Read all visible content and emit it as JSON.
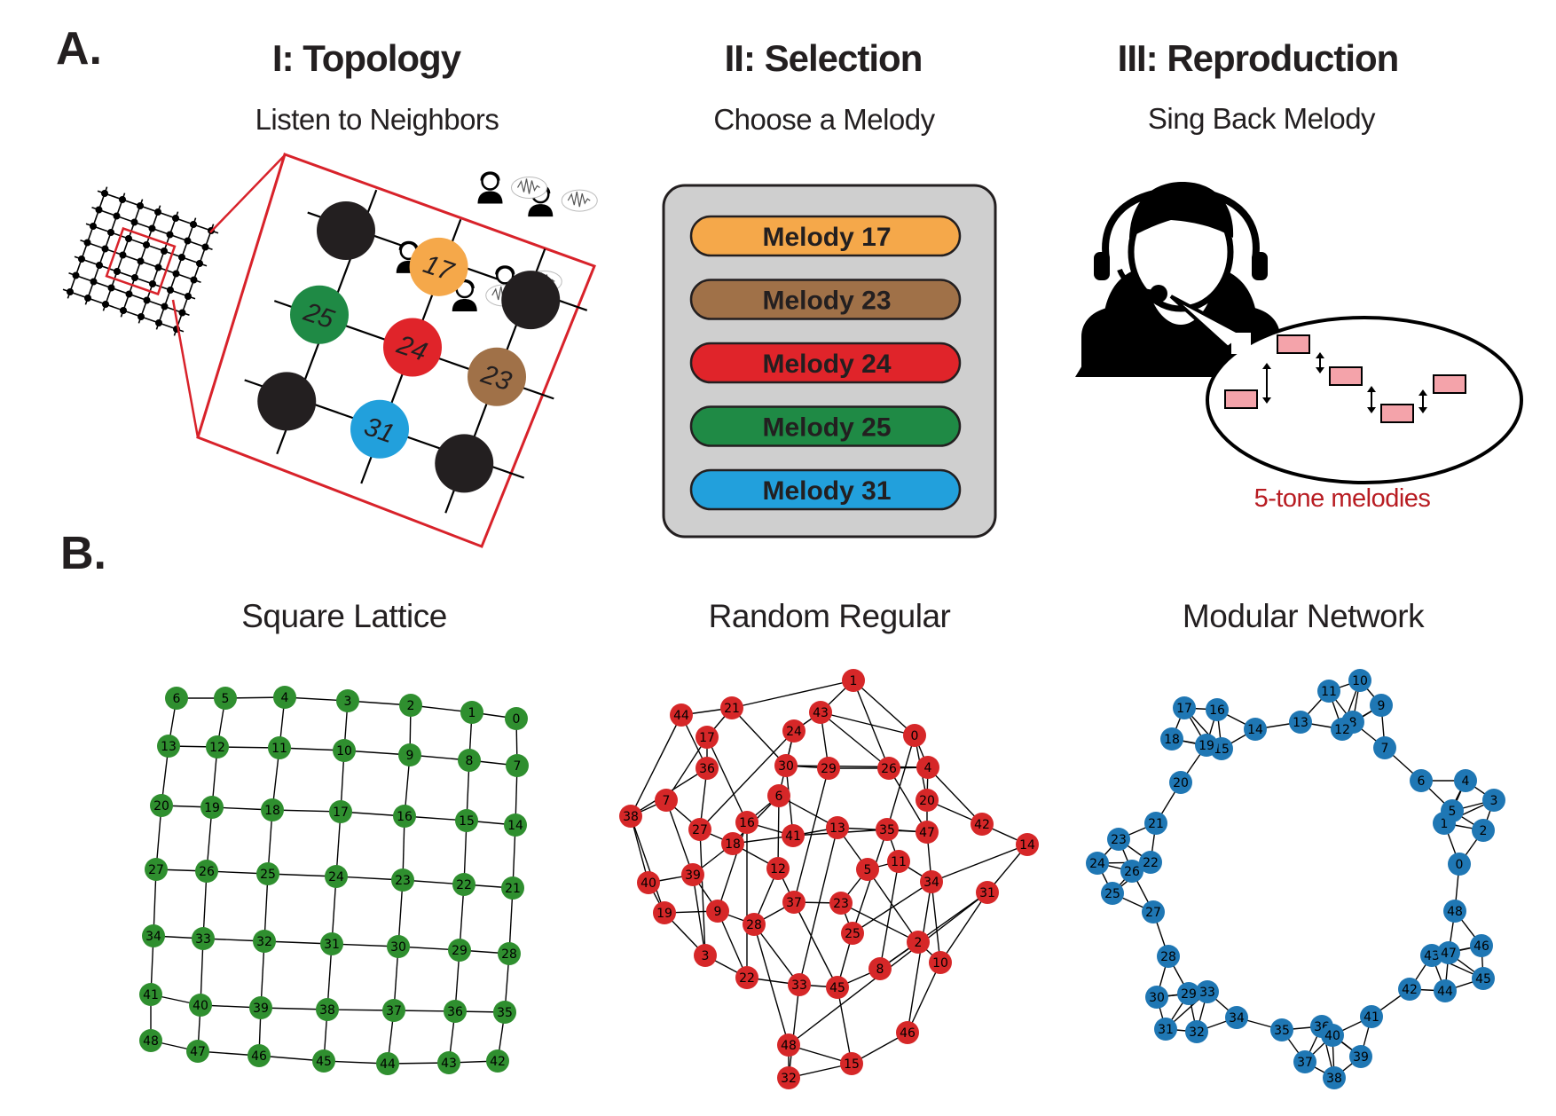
{
  "panel_a": {
    "letter": "A.",
    "topology": {
      "title": "I: Topology",
      "subtitle": "Listen to Neighbors"
    },
    "selection": {
      "title": "II: Selection",
      "subtitle": "Choose a Melody"
    },
    "reproduction": {
      "title": "III: Reproduction",
      "subtitle": "Sing Back Melody",
      "caption": "5-tone melodies"
    },
    "neighbor_labels": [
      "17",
      "25",
      "24",
      "23",
      "31"
    ],
    "colors": {
      "orange": "#f5a84a",
      "green": "#1f8a45",
      "red": "#e0242a",
      "brown": "#a07148",
      "blue": "#22a0dc",
      "frame": "#d8222a",
      "panel_grey": "#cfcfcf",
      "note_pink": "#f4a3aa"
    },
    "melodies": [
      {
        "label": "Melody 17",
        "color": "#f5a84a"
      },
      {
        "label": "Melody 23",
        "color": "#a07148"
      },
      {
        "label": "Melody 24",
        "color": "#e0242a"
      },
      {
        "label": "Melody 25",
        "color": "#1f8a45"
      },
      {
        "label": "Melody 31",
        "color": "#22a0dc"
      }
    ]
  },
  "panel_b": {
    "letter": "B.",
    "networks": [
      {
        "title": "Square Lattice",
        "color": "#2f8f2f",
        "node_labels": [
          "0",
          "1",
          "2",
          "3",
          "4",
          "5",
          "6",
          "7",
          "8",
          "9",
          "10",
          "11",
          "12",
          "13",
          "14",
          "15",
          "16",
          "17",
          "18",
          "19",
          "20",
          "21",
          "22",
          "23",
          "24",
          "25",
          "26",
          "27",
          "28",
          "29",
          "30",
          "31",
          "32",
          "33",
          "34",
          "35",
          "36",
          "37",
          "38",
          "39",
          "40",
          "41",
          "42",
          "43",
          "44",
          "45",
          "46",
          "47",
          "48"
        ],
        "edges": [
          [
            0,
            1
          ],
          [
            1,
            2
          ],
          [
            2,
            3
          ],
          [
            3,
            4
          ],
          [
            4,
            5
          ],
          [
            5,
            6
          ],
          [
            7,
            8
          ],
          [
            8,
            9
          ],
          [
            9,
            10
          ],
          [
            10,
            11
          ],
          [
            11,
            12
          ],
          [
            12,
            13
          ],
          [
            14,
            15
          ],
          [
            15,
            16
          ],
          [
            16,
            17
          ],
          [
            17,
            18
          ],
          [
            18,
            19
          ],
          [
            19,
            20
          ],
          [
            21,
            22
          ],
          [
            22,
            23
          ],
          [
            23,
            24
          ],
          [
            24,
            25
          ],
          [
            25,
            26
          ],
          [
            26,
            27
          ],
          [
            28,
            29
          ],
          [
            29,
            30
          ],
          [
            30,
            31
          ],
          [
            31,
            32
          ],
          [
            32,
            33
          ],
          [
            33,
            34
          ],
          [
            35,
            36
          ],
          [
            36,
            37
          ],
          [
            37,
            38
          ],
          [
            38,
            39
          ],
          [
            39,
            40
          ],
          [
            40,
            41
          ],
          [
            42,
            43
          ],
          [
            43,
            44
          ],
          [
            44,
            45
          ],
          [
            45,
            46
          ],
          [
            46,
            47
          ],
          [
            47,
            48
          ],
          [
            0,
            7
          ],
          [
            7,
            14
          ],
          [
            14,
            21
          ],
          [
            21,
            28
          ],
          [
            28,
            35
          ],
          [
            35,
            42
          ],
          [
            1,
            8
          ],
          [
            8,
            15
          ],
          [
            15,
            22
          ],
          [
            22,
            29
          ],
          [
            29,
            36
          ],
          [
            36,
            43
          ],
          [
            2,
            9
          ],
          [
            9,
            16
          ],
          [
            16,
            23
          ],
          [
            23,
            30
          ],
          [
            30,
            37
          ],
          [
            37,
            44
          ],
          [
            3,
            10
          ],
          [
            10,
            17
          ],
          [
            17,
            24
          ],
          [
            24,
            31
          ],
          [
            31,
            38
          ],
          [
            38,
            45
          ],
          [
            4,
            11
          ],
          [
            11,
            18
          ],
          [
            18,
            25
          ],
          [
            25,
            32
          ],
          [
            32,
            39
          ],
          [
            39,
            46
          ],
          [
            5,
            12
          ],
          [
            12,
            19
          ],
          [
            19,
            26
          ],
          [
            26,
            33
          ],
          [
            33,
            40
          ],
          [
            40,
            47
          ],
          [
            6,
            13
          ],
          [
            13,
            20
          ],
          [
            20,
            27
          ],
          [
            27,
            34
          ],
          [
            34,
            41
          ],
          [
            41,
            48
          ]
        ]
      },
      {
        "title": "Random Regular",
        "color": "#d62728",
        "node_labels": [
          "0",
          "1",
          "2",
          "3",
          "4",
          "5",
          "6",
          "7",
          "8",
          "9",
          "10",
          "11",
          "12",
          "13",
          "14",
          "15",
          "16",
          "17",
          "18",
          "19",
          "20",
          "21",
          "22",
          "23",
          "24",
          "25",
          "26",
          "27",
          "28",
          "29",
          "30",
          "31",
          "32",
          "33",
          "34",
          "35",
          "36",
          "37",
          "38",
          "39",
          "40",
          "41",
          "42",
          "43",
          "44",
          "45",
          "46",
          "47",
          "48"
        ],
        "edges": [
          [
            1,
            43
          ],
          [
            1,
            21
          ],
          [
            1,
            0
          ],
          [
            1,
            26
          ],
          [
            44,
            21
          ],
          [
            44,
            36
          ],
          [
            44,
            38
          ],
          [
            21,
            17
          ],
          [
            21,
            30
          ],
          [
            43,
            24
          ],
          [
            43,
            29
          ],
          [
            43,
            0
          ],
          [
            43,
            26
          ],
          [
            17,
            36
          ],
          [
            17,
            7
          ],
          [
            17,
            16
          ],
          [
            24,
            30
          ],
          [
            24,
            6
          ],
          [
            24,
            27
          ],
          [
            0,
            4
          ],
          [
            0,
            20
          ],
          [
            0,
            35
          ],
          [
            36,
            27
          ],
          [
            36,
            38
          ],
          [
            30,
            29
          ],
          [
            30,
            4
          ],
          [
            30,
            41
          ],
          [
            29,
            26
          ],
          [
            29,
            37
          ],
          [
            26,
            4
          ],
          [
            26,
            47
          ],
          [
            4,
            20
          ],
          [
            4,
            42
          ],
          [
            7,
            38
          ],
          [
            7,
            39
          ],
          [
            7,
            27
          ],
          [
            6,
            16
          ],
          [
            6,
            13
          ],
          [
            6,
            12
          ],
          [
            6,
            18
          ],
          [
            38,
            40
          ],
          [
            38,
            19
          ],
          [
            27,
            18
          ],
          [
            27,
            3
          ],
          [
            16,
            41
          ],
          [
            16,
            9
          ],
          [
            16,
            22
          ],
          [
            41,
            13
          ],
          [
            41,
            35
          ],
          [
            41,
            18
          ],
          [
            13,
            47
          ],
          [
            13,
            5
          ],
          [
            13,
            33
          ],
          [
            35,
            47
          ],
          [
            35,
            11
          ],
          [
            35,
            25
          ],
          [
            47,
            20
          ],
          [
            47,
            34
          ],
          [
            20,
            42
          ],
          [
            42,
            14
          ],
          [
            14,
            31
          ],
          [
            14,
            34
          ],
          [
            18,
            39
          ],
          [
            18,
            12
          ],
          [
            12,
            28
          ],
          [
            12,
            37
          ],
          [
            5,
            11
          ],
          [
            5,
            23
          ],
          [
            5,
            2
          ],
          [
            11,
            34
          ],
          [
            11,
            8
          ],
          [
            39,
            40
          ],
          [
            39,
            9
          ],
          [
            39,
            3
          ],
          [
            40,
            19
          ],
          [
            19,
            9
          ],
          [
            19,
            3
          ],
          [
            9,
            28
          ],
          [
            9,
            22
          ],
          [
            28,
            37
          ],
          [
            28,
            33
          ],
          [
            28,
            48
          ],
          [
            37,
            23
          ],
          [
            37,
            45
          ],
          [
            23,
            25
          ],
          [
            23,
            2
          ],
          [
            25,
            45
          ],
          [
            25,
            34
          ],
          [
            34,
            10
          ],
          [
            31,
            10
          ],
          [
            31,
            8
          ],
          [
            3,
            22
          ],
          [
            22,
            33
          ],
          [
            33,
            45
          ],
          [
            33,
            32
          ],
          [
            45,
            8
          ],
          [
            45,
            15
          ],
          [
            8,
            2
          ],
          [
            2,
            10
          ],
          [
            10,
            46
          ],
          [
            46,
            15
          ],
          [
            48,
            32
          ],
          [
            48,
            15
          ],
          [
            32,
            15
          ],
          [
            48,
            31
          ],
          [
            46,
            34
          ]
        ]
      },
      {
        "title": "Modular Network",
        "color": "#1f77b4",
        "node_labels": [
          "0",
          "1",
          "2",
          "3",
          "4",
          "5",
          "6",
          "7",
          "8",
          "9",
          "10",
          "11",
          "12",
          "13",
          "14",
          "15",
          "16",
          "17",
          "18",
          "19",
          "20",
          "21",
          "22",
          "23",
          "24",
          "25",
          "26",
          "27",
          "28",
          "29",
          "30",
          "31",
          "32",
          "33",
          "34",
          "35",
          "36",
          "37",
          "38",
          "39",
          "40",
          "41",
          "42",
          "43",
          "44",
          "45",
          "46",
          "47",
          "48"
        ],
        "edges": [
          [
            0,
            1
          ],
          [
            0,
            2
          ],
          [
            0,
            48
          ],
          [
            1,
            2
          ],
          [
            1,
            3
          ],
          [
            1,
            4
          ],
          [
            1,
            5
          ],
          [
            2,
            3
          ],
          [
            2,
            5
          ],
          [
            3,
            4
          ],
          [
            3,
            5
          ],
          [
            4,
            5
          ],
          [
            4,
            6
          ],
          [
            5,
            6
          ],
          [
            6,
            7
          ],
          [
            7,
            8
          ],
          [
            7,
            9
          ],
          [
            8,
            9
          ],
          [
            8,
            10
          ],
          [
            8,
            11
          ],
          [
            8,
            12
          ],
          [
            9,
            10
          ],
          [
            9,
            12
          ],
          [
            10,
            11
          ],
          [
            10,
            12
          ],
          [
            11,
            12
          ],
          [
            11,
            13
          ],
          [
            12,
            13
          ],
          [
            13,
            14
          ],
          [
            14,
            15
          ],
          [
            14,
            16
          ],
          [
            15,
            16
          ],
          [
            15,
            17
          ],
          [
            15,
            18
          ],
          [
            15,
            19
          ],
          [
            16,
            17
          ],
          [
            16,
            19
          ],
          [
            17,
            18
          ],
          [
            17,
            19
          ],
          [
            18,
            19
          ],
          [
            19,
            20
          ],
          [
            20,
            21
          ],
          [
            21,
            22
          ],
          [
            21,
            23
          ],
          [
            22,
            23
          ],
          [
            22,
            24
          ],
          [
            22,
            25
          ],
          [
            22,
            26
          ],
          [
            23,
            24
          ],
          [
            23,
            26
          ],
          [
            24,
            25
          ],
          [
            24,
            26
          ],
          [
            25,
            26
          ],
          [
            25,
            27
          ],
          [
            26,
            27
          ],
          [
            27,
            28
          ],
          [
            28,
            29
          ],
          [
            28,
            30
          ],
          [
            29,
            30
          ],
          [
            29,
            31
          ],
          [
            29,
            32
          ],
          [
            29,
            33
          ],
          [
            30,
            31
          ],
          [
            30,
            33
          ],
          [
            31,
            32
          ],
          [
            31,
            33
          ],
          [
            32,
            33
          ],
          [
            32,
            34
          ],
          [
            33,
            34
          ],
          [
            34,
            35
          ],
          [
            35,
            36
          ],
          [
            35,
            37
          ],
          [
            36,
            37
          ],
          [
            36,
            38
          ],
          [
            36,
            39
          ],
          [
            36,
            40
          ],
          [
            37,
            38
          ],
          [
            37,
            40
          ],
          [
            38,
            39
          ],
          [
            38,
            40
          ],
          [
            39,
            40
          ],
          [
            39,
            41
          ],
          [
            40,
            41
          ],
          [
            41,
            42
          ],
          [
            42,
            43
          ],
          [
            42,
            44
          ],
          [
            43,
            44
          ],
          [
            43,
            45
          ],
          [
            43,
            46
          ],
          [
            43,
            47
          ],
          [
            44,
            45
          ],
          [
            44,
            47
          ],
          [
            45,
            46
          ],
          [
            45,
            47
          ],
          [
            46,
            47
          ],
          [
            46,
            48
          ],
          [
            47,
            48
          ]
        ]
      }
    ]
  }
}
